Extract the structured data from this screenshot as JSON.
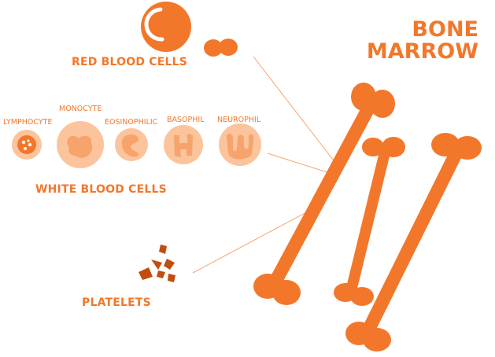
{
  "title": {
    "line1": "BONE",
    "line2": "MARROW"
  },
  "labels": {
    "red_blood_cells": "RED BLOOD CELLS",
    "white_blood_cells": "WHITE BLOOD CELLS",
    "platelets": "PLATELETS"
  },
  "white_cell_types": [
    "LYMPHOCYTE",
    "MONOCYTE",
    "EOSINOPHILIC",
    "BASOPHIL",
    "NEUROPHIL"
  ],
  "colors": {
    "accent": "#f3772a",
    "cell_fill": "#fbc49c",
    "cell_inner": "#f7a36c",
    "platelet": "#c14d0f"
  }
}
